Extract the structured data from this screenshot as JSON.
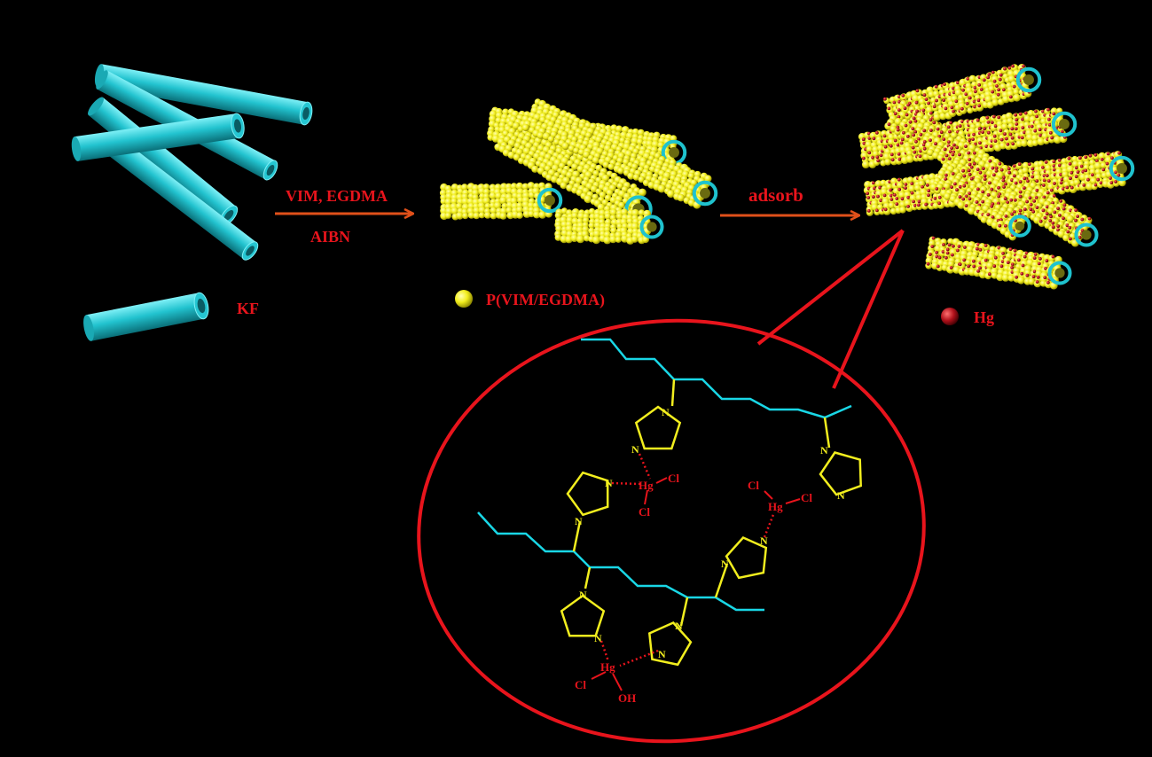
{
  "step1": {
    "reagents_top": "VIM, EGDMA",
    "reagents_bottom": "AIBN"
  },
  "step2": {
    "label": "adsorb"
  },
  "legend": {
    "kf": "KF",
    "polymer": "P(VIM/EGDMA)",
    "hg": "Hg"
  },
  "chemistry": {
    "N": "N",
    "Hg": "Hg",
    "Cl": "Cl",
    "OH": "OH"
  },
  "colors": {
    "fiber": "#20c4d0",
    "polymer": "#f2ee1e",
    "mercury": "#b0101a",
    "arrow": "#e0501a",
    "label": "#e8141c",
    "ellipse": "#e8141c",
    "chain": "#19d7e6",
    "ring": "#f2ee1e"
  }
}
